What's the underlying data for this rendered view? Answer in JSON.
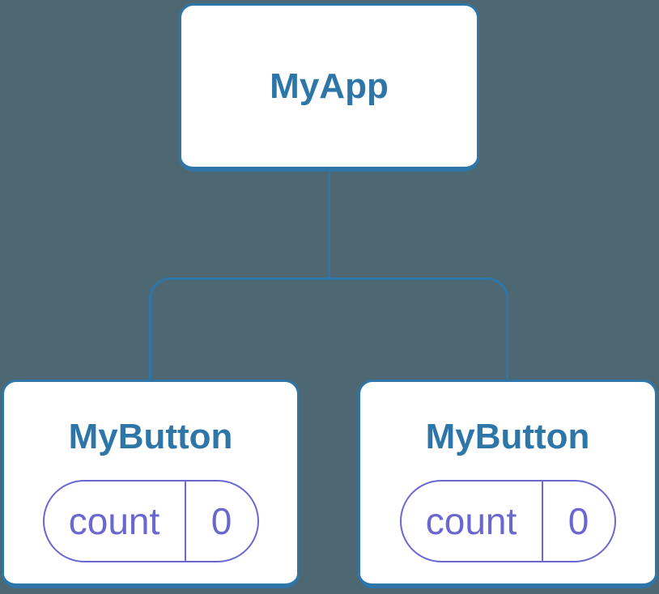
{
  "colors": {
    "background": "#4D6873",
    "card_fill": "#FFFFFF",
    "tree_accent": "#2E76A8",
    "state_accent": "#6A68D0"
  },
  "tree": {
    "root": {
      "label": "MyApp"
    },
    "children": [
      {
        "label": "MyButton",
        "state": {
          "name": "count",
          "value": "0"
        }
      },
      {
        "label": "MyButton",
        "state": {
          "name": "count",
          "value": "0"
        }
      }
    ]
  }
}
